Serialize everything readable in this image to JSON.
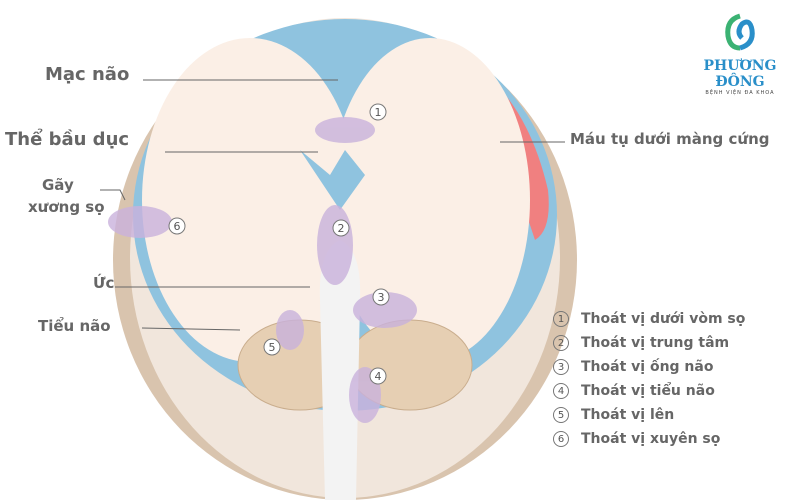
{
  "labels": {
    "mac_nao": "Mạc não",
    "the_bau_duc": "Thể bầu dục",
    "gay_xuong_so_1": "Gãy",
    "gay_xuong_so_2": "xương sọ",
    "uc": "Ức",
    "tieu_nao": "Tiểu não",
    "mau_tu": "Máu tụ dưới màng cứng"
  },
  "legend": [
    {
      "num": "1",
      "label": "Thoát vị dưới vòm sọ"
    },
    {
      "num": "2",
      "label": "Thoát vị trung tâm"
    },
    {
      "num": "3",
      "label": "Thoát vị ống não"
    },
    {
      "num": "4",
      "label": "Thoát vị tiểu não"
    },
    {
      "num": "5",
      "label": "Thoát vị lên"
    },
    {
      "num": "6",
      "label": "Thoát vị xuyên sọ"
    }
  ],
  "logo": {
    "name": "PHƯƠNG ĐÔNG",
    "subtitle": "BỆNH VIỆN ĐA KHOA"
  },
  "colors": {
    "skull": "#d9c4ae",
    "csf": "#8fc3df",
    "brain": "#fbefe6",
    "hematoma": "#f08080",
    "herniation": "#c9b2dc",
    "arrow": "#8a5cc8"
  }
}
